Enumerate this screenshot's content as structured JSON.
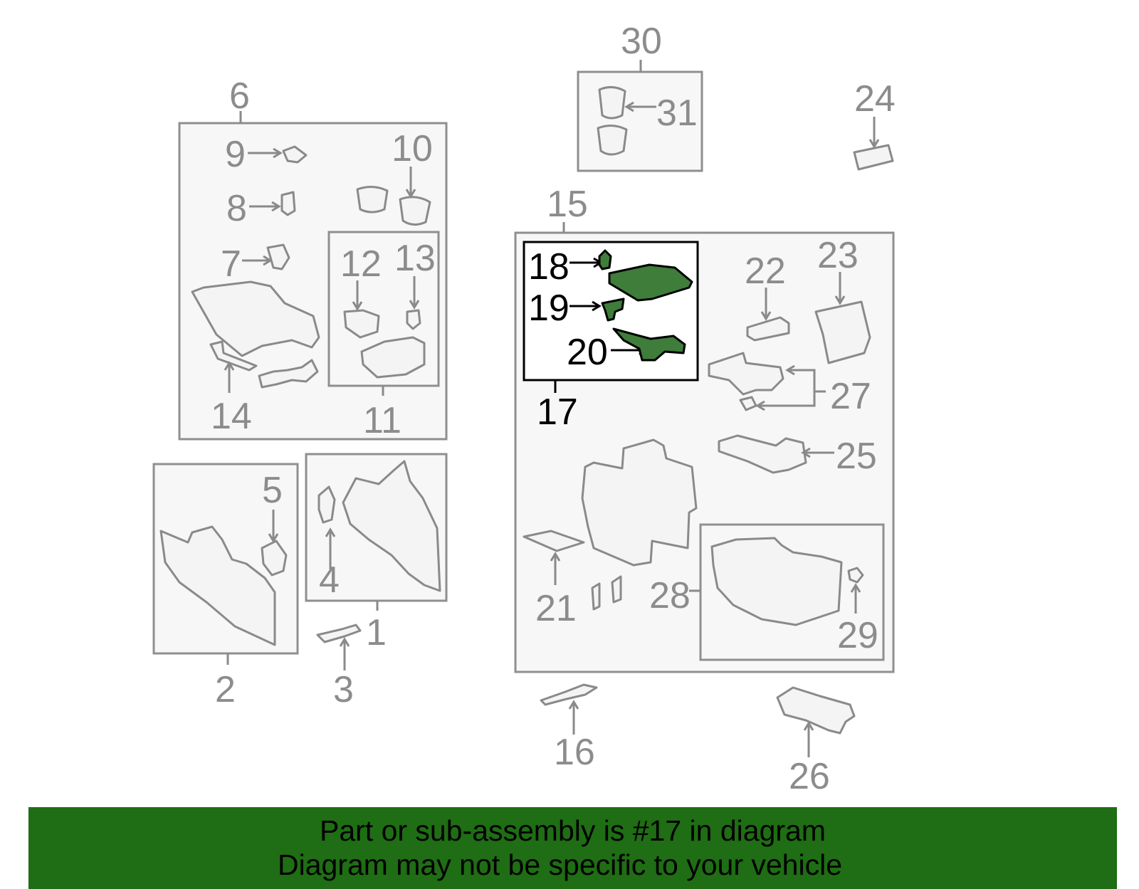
{
  "callouts": {
    "c1": "1",
    "c2": "2",
    "c3": "3",
    "c4": "4",
    "c5": "5",
    "c6": "6",
    "c7": "7",
    "c8": "8",
    "c9": "9",
    "c10": "10",
    "c11": "11",
    "c12": "12",
    "c13": "13",
    "c14": "14",
    "c15": "15",
    "c16": "16",
    "c17": "17",
    "c18": "18",
    "c19": "19",
    "c20": "20",
    "c21": "21",
    "c22": "22",
    "c23": "23",
    "c24": "24",
    "c25": "25",
    "c26": "26",
    "c27": "27",
    "c28": "28",
    "c29": "29",
    "c30": "30",
    "c31": "31"
  },
  "highlighted_part": "17",
  "colors": {
    "highlight_fill": "#3f7d3a",
    "banner_background": "#1f6d14",
    "callout_text": "#8c8c8c",
    "highlight_text": "#000000"
  },
  "banner": {
    "line1": "Part or sub-assembly is #17 in diagram",
    "line2": "Diagram may not be specific to your vehicle"
  }
}
